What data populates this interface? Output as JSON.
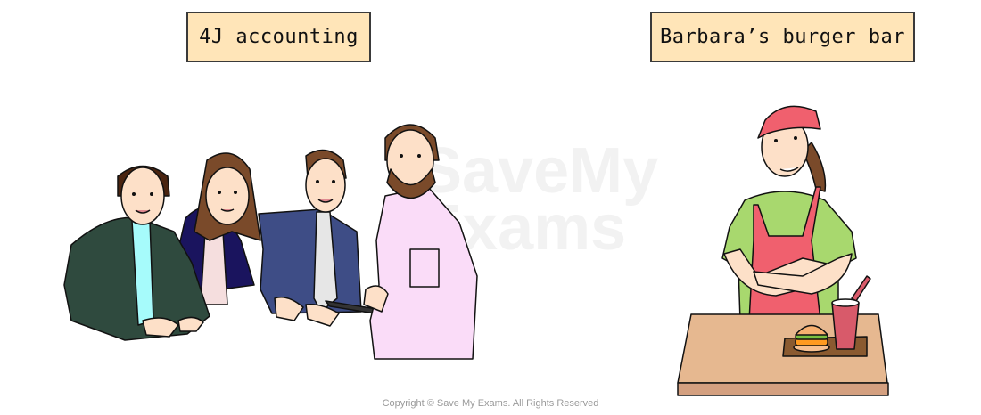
{
  "labels": {
    "left": "4J accounting",
    "right": "Barbara’s burger bar"
  },
  "watermark": {
    "line1": "SaveMy",
    "line2": "Exams"
  },
  "footer": {
    "copyright": "Copyright © Save My Exams. All Rights Reserved"
  },
  "colors": {
    "label_bg": "#ffe5b8",
    "label_border": "#3a3a3a",
    "skin": "#fde0c8",
    "hair_dark": "#4a2410",
    "hair_brown": "#7a4a2a",
    "jacket_green": "#2f4a3e",
    "shirt_cyan": "#a6fbfb",
    "jacket_navy": "#1a145e",
    "blouse_pink": "#f5dede",
    "jacket_blue": "#3e4d86",
    "shirt_grey": "#e6e6e6",
    "shirt_pink": "#fadcf8",
    "cap_red": "#f0606e",
    "tshirt_green": "#a8d86e",
    "apron_red": "#f0606e",
    "counter_tan": "#e6b890",
    "tray_brown": "#8a5a30",
    "cup_red": "#d85a6a"
  },
  "scenes": {
    "left": "Four office workers (three men, one woman) in business attire gathered around a table with a tablet",
    "right": "Smiling woman in red cap and apron with arms crossed behind a counter with a burger and a drink"
  }
}
